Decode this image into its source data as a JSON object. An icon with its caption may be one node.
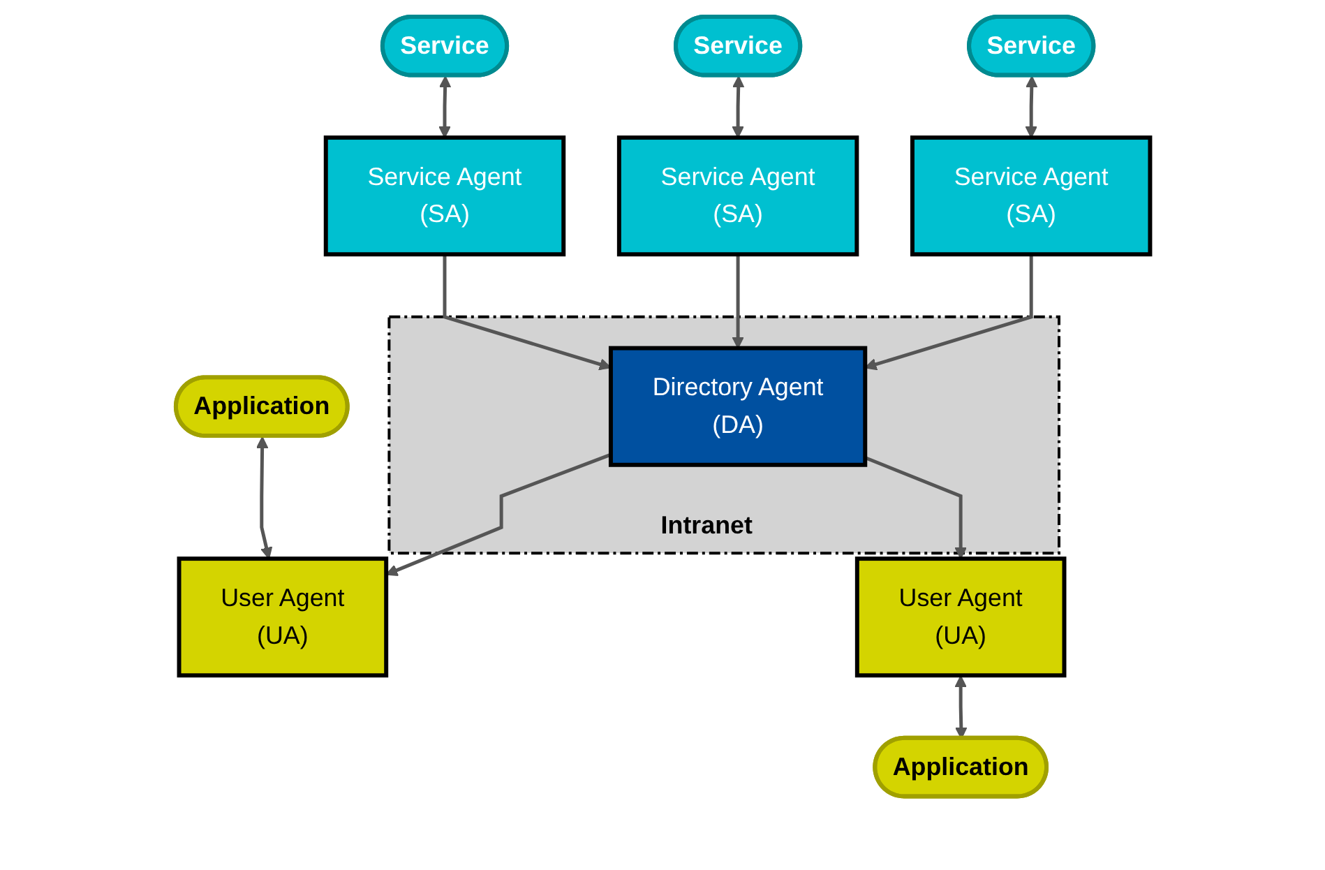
{
  "diagram": {
    "nodes": [
      {
        "text": [
          "Service"
        ]
      },
      {
        "text": [
          "Application"
        ]
      },
      {
        "text": [
          "Service Agent",
          "(SA)"
        ]
      },
      {
        "text": [
          "Service"
        ]
      },
      {
        "text": [
          "User Agent",
          "(UA)"
        ]
      },
      {
        "text": [
          "Service Agent",
          "(SA)"
        ]
      },
      {
        "text": [
          "Intranet"
        ]
      },
      {
        "text": [
          "Directory Agent",
          "(DA)"
        ],
        "in": 6
      },
      {
        "text": [
          "Service Agent",
          "(SA)"
        ]
      },
      {
        "text": [
          "User Agent",
          "(UA)"
        ]
      },
      {
        "text": [
          "Service"
        ]
      },
      {
        "text": [
          "Application"
        ]
      }
    ],
    "edges": [
      {
        "from": 0,
        "to": 2,
        "arrow": "both"
      },
      {
        "from": 1,
        "to": 4,
        "arrow": "both"
      },
      {
        "from": 3,
        "to": 5,
        "arrow": "both"
      },
      {
        "from": 7,
        "to": 4,
        "arrow": "to"
      },
      {
        "from": 2,
        "to": 7,
        "arrow": "to"
      },
      {
        "from": 5,
        "to": 7,
        "arrow": "to"
      },
      {
        "from": 8,
        "to": 7,
        "arrow": "to"
      },
      {
        "from": 7,
        "to": 9,
        "arrow": "to"
      },
      {
        "from": 10,
        "to": 8,
        "arrow": "both"
      },
      {
        "from": 9,
        "to": 11,
        "arrow": "both"
      }
    ]
  }
}
